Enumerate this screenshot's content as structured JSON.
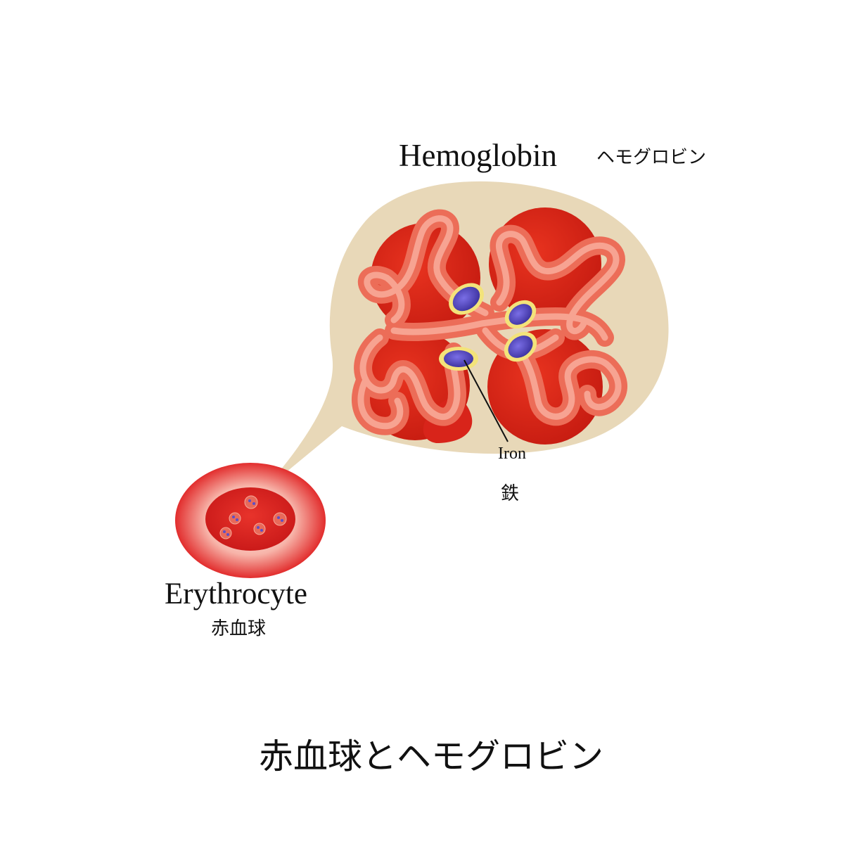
{
  "labels": {
    "hemoglobin_en": "Hemoglobin",
    "hemoglobin_ja": "ヘモグロビン",
    "iron_en": "Iron",
    "iron_ja": "鉄",
    "erythrocyte_en": "Erythrocyte",
    "erythrocyte_ja": "赤血球",
    "caption": "赤血球とヘモグロビン"
  },
  "colors": {
    "bubble": "#e8d8b8",
    "subunit": "#d8241a",
    "chain": "#ee7560",
    "chain_highlight": "#f9ad9c",
    "heme_iron": "#4b3fb0",
    "heme_ring": "#f3e37a",
    "cell_outer": "#e23a3a",
    "cell_inner": "#d42222",
    "text": "#111111"
  },
  "structure": {
    "subunit_count": 4,
    "heme_group_count": 4
  }
}
